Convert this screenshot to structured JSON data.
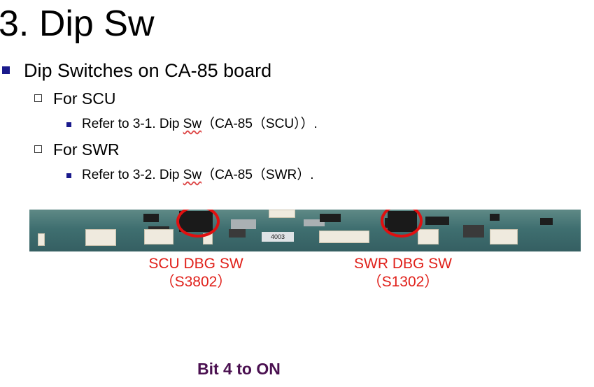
{
  "slide": {
    "title": "3. Dip Sw",
    "bullet": "Dip Switches on CA-85 board",
    "items": [
      {
        "label": "For SCU",
        "sub": [
          "Refer to 3-1. Dip ",
          "Sw",
          "（CA-85（SCU））."
        ]
      },
      {
        "label": "For SWR",
        "sub": [
          "Refer to 3-2. Dip ",
          "Sw",
          "（CA-85（SWR）."
        ]
      }
    ]
  },
  "photo": {
    "plate_text": "4003",
    "callouts": [
      {
        "line1": "SCU DBG SW",
        "line2": "（S3802）"
      },
      {
        "line1": "SWR DBG SW",
        "line2": "（S1302）"
      }
    ]
  },
  "footer": {
    "note": "Bit 4 to ON"
  },
  "colors": {
    "title": "#000000",
    "bullet": "#1a1a8c",
    "callout": "#e0201a",
    "note": "#4a1050"
  }
}
